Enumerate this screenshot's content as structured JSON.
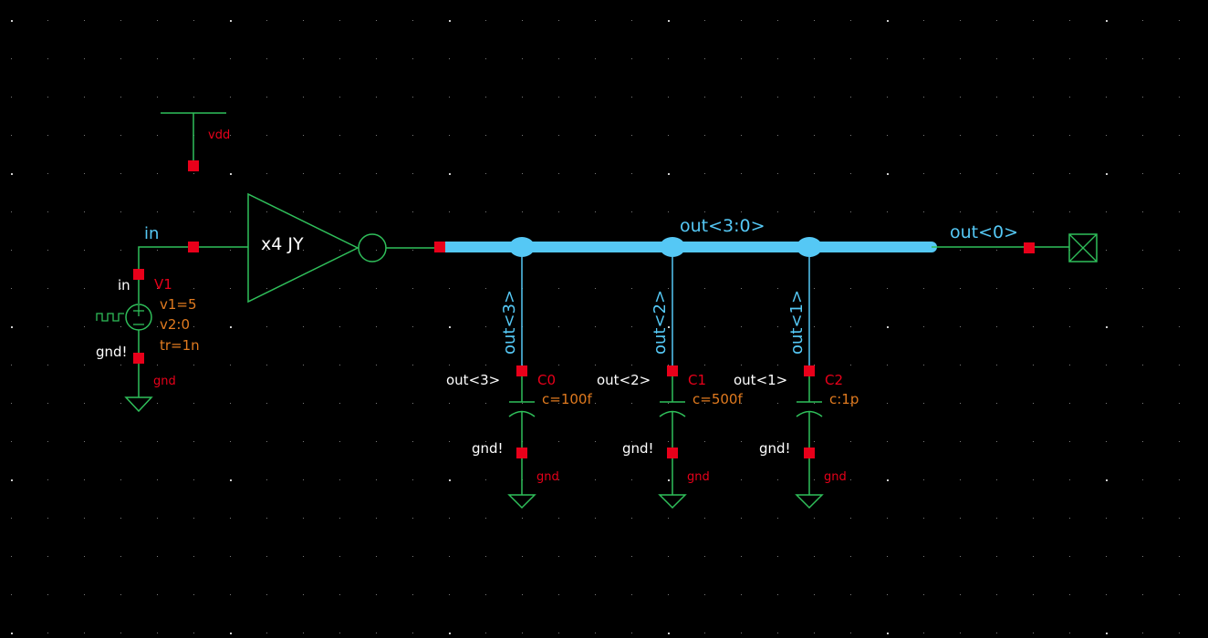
{
  "colors": {
    "background": "#000000",
    "wire": "#2fbf5a",
    "symbol": "#2fbf5a",
    "bus": "#55c8f5",
    "pin": "#e8001a",
    "label_net": "#55c8f5",
    "label_inst": "#e8001a",
    "label_param": "#e07a1f",
    "label_white": "#ffffff"
  },
  "supply": {
    "vdd_label": "vdd"
  },
  "source": {
    "pin_top": "in",
    "pin_bottom": "gnd!",
    "name": "V1",
    "params": [
      "v1=5",
      "v2:0",
      "tr=1n"
    ],
    "gnd_label": "gnd"
  },
  "input_net": {
    "label": "in"
  },
  "inverter": {
    "label": "x4 JY"
  },
  "bus": {
    "label": "out<3:0>"
  },
  "output_pin": {
    "label": "out<0>"
  },
  "branches": [
    {
      "tap_label": "out<3>",
      "pin_label": "out<3>",
      "name": "C0",
      "param": "c=100f",
      "gnd_pin": "gnd!",
      "gnd_label": "gnd"
    },
    {
      "tap_label": "out<2>",
      "pin_label": "out<2>",
      "name": "C1",
      "param": "c=500f",
      "gnd_pin": "gnd!",
      "gnd_label": "gnd"
    },
    {
      "tap_label": "out<1>",
      "pin_label": "out<1>",
      "name": "C2",
      "param": "c:1p",
      "gnd_pin": "gnd!",
      "gnd_label": "gnd"
    }
  ]
}
